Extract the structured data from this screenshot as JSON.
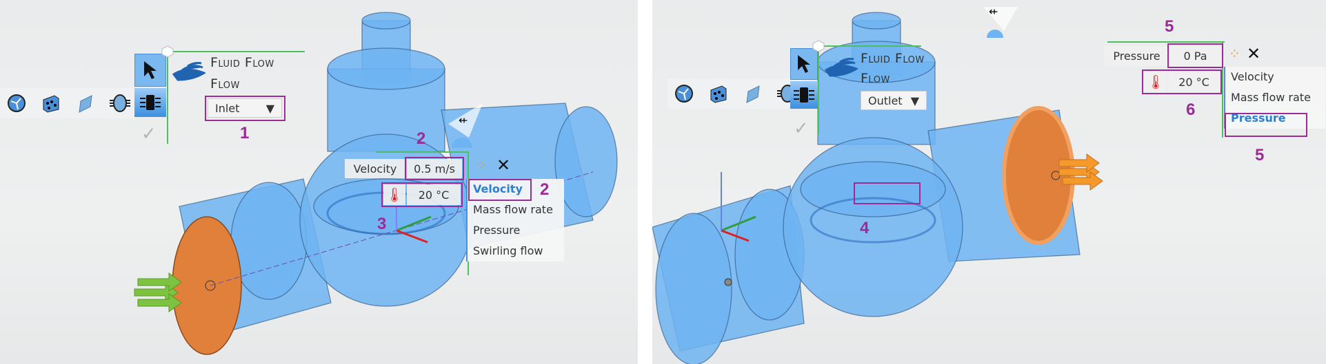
{
  "left_panel": {
    "panel_title": "Fluid Flow",
    "section_label": "Flow",
    "flow_type_dropdown": {
      "value": "Inlet"
    },
    "boundary": {
      "type_label": "Velocity",
      "value": "0.5 m/s",
      "temperature": "20 °C"
    },
    "condition_menu": {
      "items": [
        "Velocity",
        "Mass flow rate",
        "Pressure",
        "Swirling flow"
      ],
      "selected": "Velocity"
    },
    "callouts": [
      "1",
      "2",
      "2",
      "3"
    ],
    "face_color": "#e0803a",
    "arrow_color": "#7ec242"
  },
  "right_panel": {
    "panel_title": "Fluid Flow",
    "section_label": "Flow",
    "flow_type_dropdown": {
      "value": "Outlet"
    },
    "boundary": {
      "type_label": "Pressure",
      "value": "0 Pa",
      "temperature": "20 °C"
    },
    "condition_menu": {
      "items": [
        "Velocity",
        "Mass flow rate",
        "Pressure"
      ],
      "selected": "Pressure"
    },
    "callouts": [
      "5",
      "6",
      "5",
      "4"
    ],
    "face_color": "#e0803a",
    "arrow_color": "#f59a2a"
  },
  "toolbar_icons": [
    "rotating-fan-icon",
    "porous-block-icon",
    "plane-icon",
    "fan-icon",
    "flow-boundary-icon",
    "select-arrow-icon",
    "confirm-check-icon"
  ],
  "colors": {
    "highlight": "#9b2c96",
    "body": "#6fb4f2",
    "selected_text": "#2d7fd3",
    "connector_line": "#4cc060"
  }
}
